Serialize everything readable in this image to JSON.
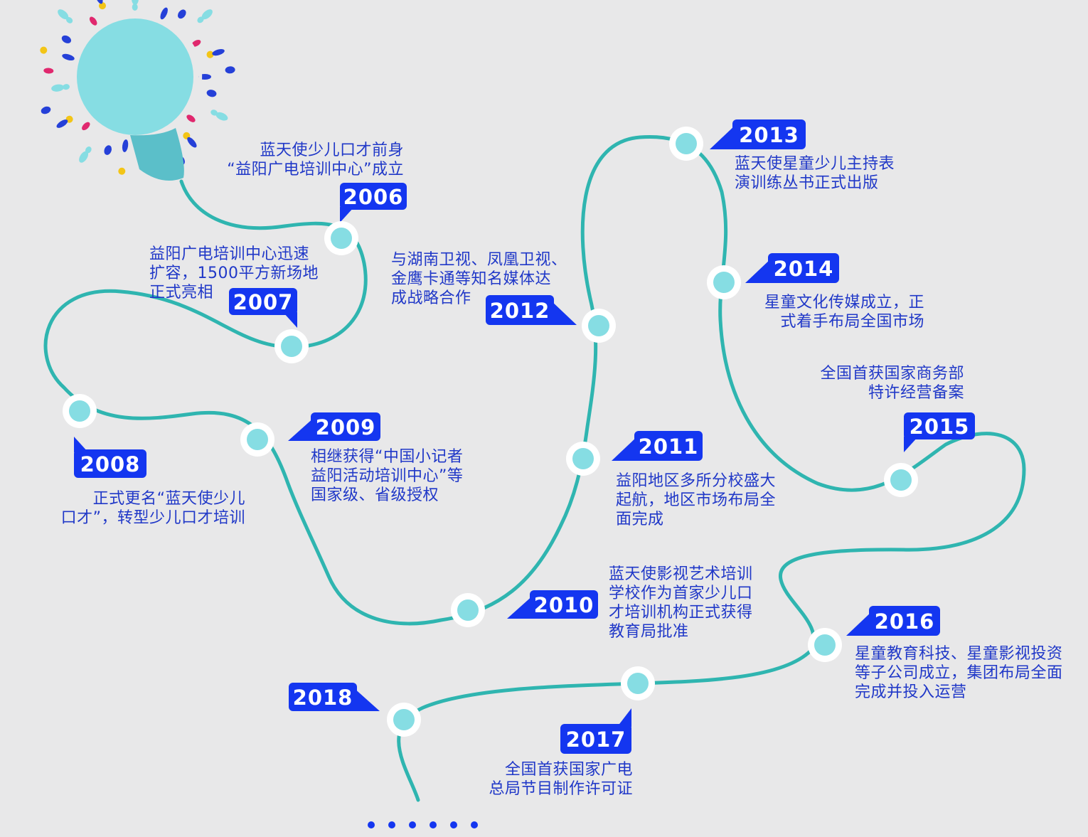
{
  "colors": {
    "background": "#e8e8e9",
    "path": "#2fb5b0",
    "node_fill": "#86dde3",
    "node_ring": "#ffffff",
    "tag": "#1436f0",
    "text": "#2038c8"
  },
  "icons": {
    "start": "balloon-icon",
    "end": "ellipsis-dots-icon"
  },
  "milestones": [
    {
      "year": "2006",
      "lines": [
        "蓝天使少儿口才前身",
        "“益阳广电培训中心”成立"
      ]
    },
    {
      "year": "2007",
      "lines": [
        "益阳广电培训中心迅速",
        "扩容，1500平方新场地",
        "正式亮相"
      ]
    },
    {
      "year": "2008",
      "lines": [
        "正式更名“蓝天使少儿",
        "口才”，转型少儿口才培训"
      ]
    },
    {
      "year": "2009",
      "lines": [
        "相继获得“中国小记者",
        "益阳活动培训中心”等",
        "国家级、省级授权"
      ]
    },
    {
      "year": "2010",
      "lines": [
        "蓝天使影视艺术培训",
        "学校作为首家少儿口",
        "才培训机构正式获得",
        "教育局批准"
      ]
    },
    {
      "year": "2011",
      "lines": [
        "益阳地区多所分校盛大",
        "起航，地区市场布局全",
        "面完成"
      ]
    },
    {
      "year": "2012",
      "lines": [
        "与湖南卫视、凤凰卫视、",
        "金鹰卡通等知名媒体达",
        "成战略合作"
      ]
    },
    {
      "year": "2013",
      "lines": [
        "蓝天使星童少儿主持表",
        "演训练丛书正式出版"
      ]
    },
    {
      "year": "2014",
      "lines": [
        "星童文化传媒成立，正",
        "式着手布局全国市场"
      ]
    },
    {
      "year": "2015",
      "lines": [
        "全国首获国家商务部",
        "特许经营备案"
      ]
    },
    {
      "year": "2016",
      "lines": [
        "星童教育科技、星童影视投资",
        "等子公司成立，集团布局全面",
        "完成并投入运营"
      ]
    },
    {
      "year": "2017",
      "lines": [
        "全国首获国家广电",
        "总局节目制作许可证"
      ]
    },
    {
      "year": "2018",
      "lines": []
    }
  ]
}
